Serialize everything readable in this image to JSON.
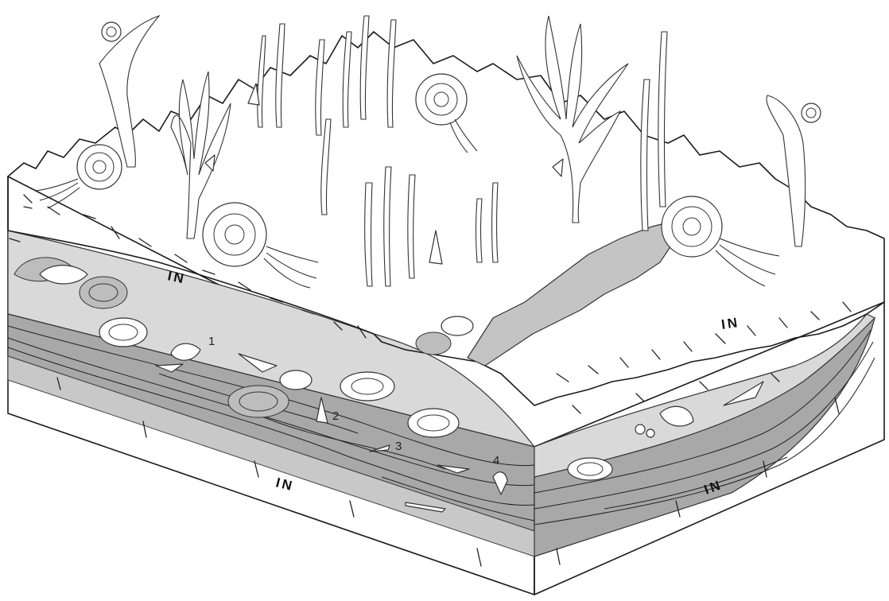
{
  "figure": {
    "numbered_labels": [
      {
        "id": "1",
        "text": "1"
      },
      {
        "id": "2",
        "text": "2"
      },
      {
        "id": "3",
        "text": "3"
      },
      {
        "id": "4",
        "text": "4"
      }
    ],
    "unit_labels": [
      {
        "id": "in-left-top",
        "text": "IN"
      },
      {
        "id": "in-left-bottom",
        "text": "IN"
      },
      {
        "id": "in-right-top",
        "text": "IN"
      },
      {
        "id": "in-right-bottom",
        "text": "IN"
      }
    ]
  },
  "colors": {
    "background": "#ffffff",
    "light_fill": "#d9d9d9",
    "dark_band": "#a8a8a8",
    "mid_band": "#bfbfbf",
    "ink": "#1a1a1a"
  },
  "icons": {
    "fossils": [
      "ammonite-icon",
      "gastropod-icon",
      "crinoid-icon",
      "bivalve-icon",
      "belemnite-icon"
    ]
  }
}
